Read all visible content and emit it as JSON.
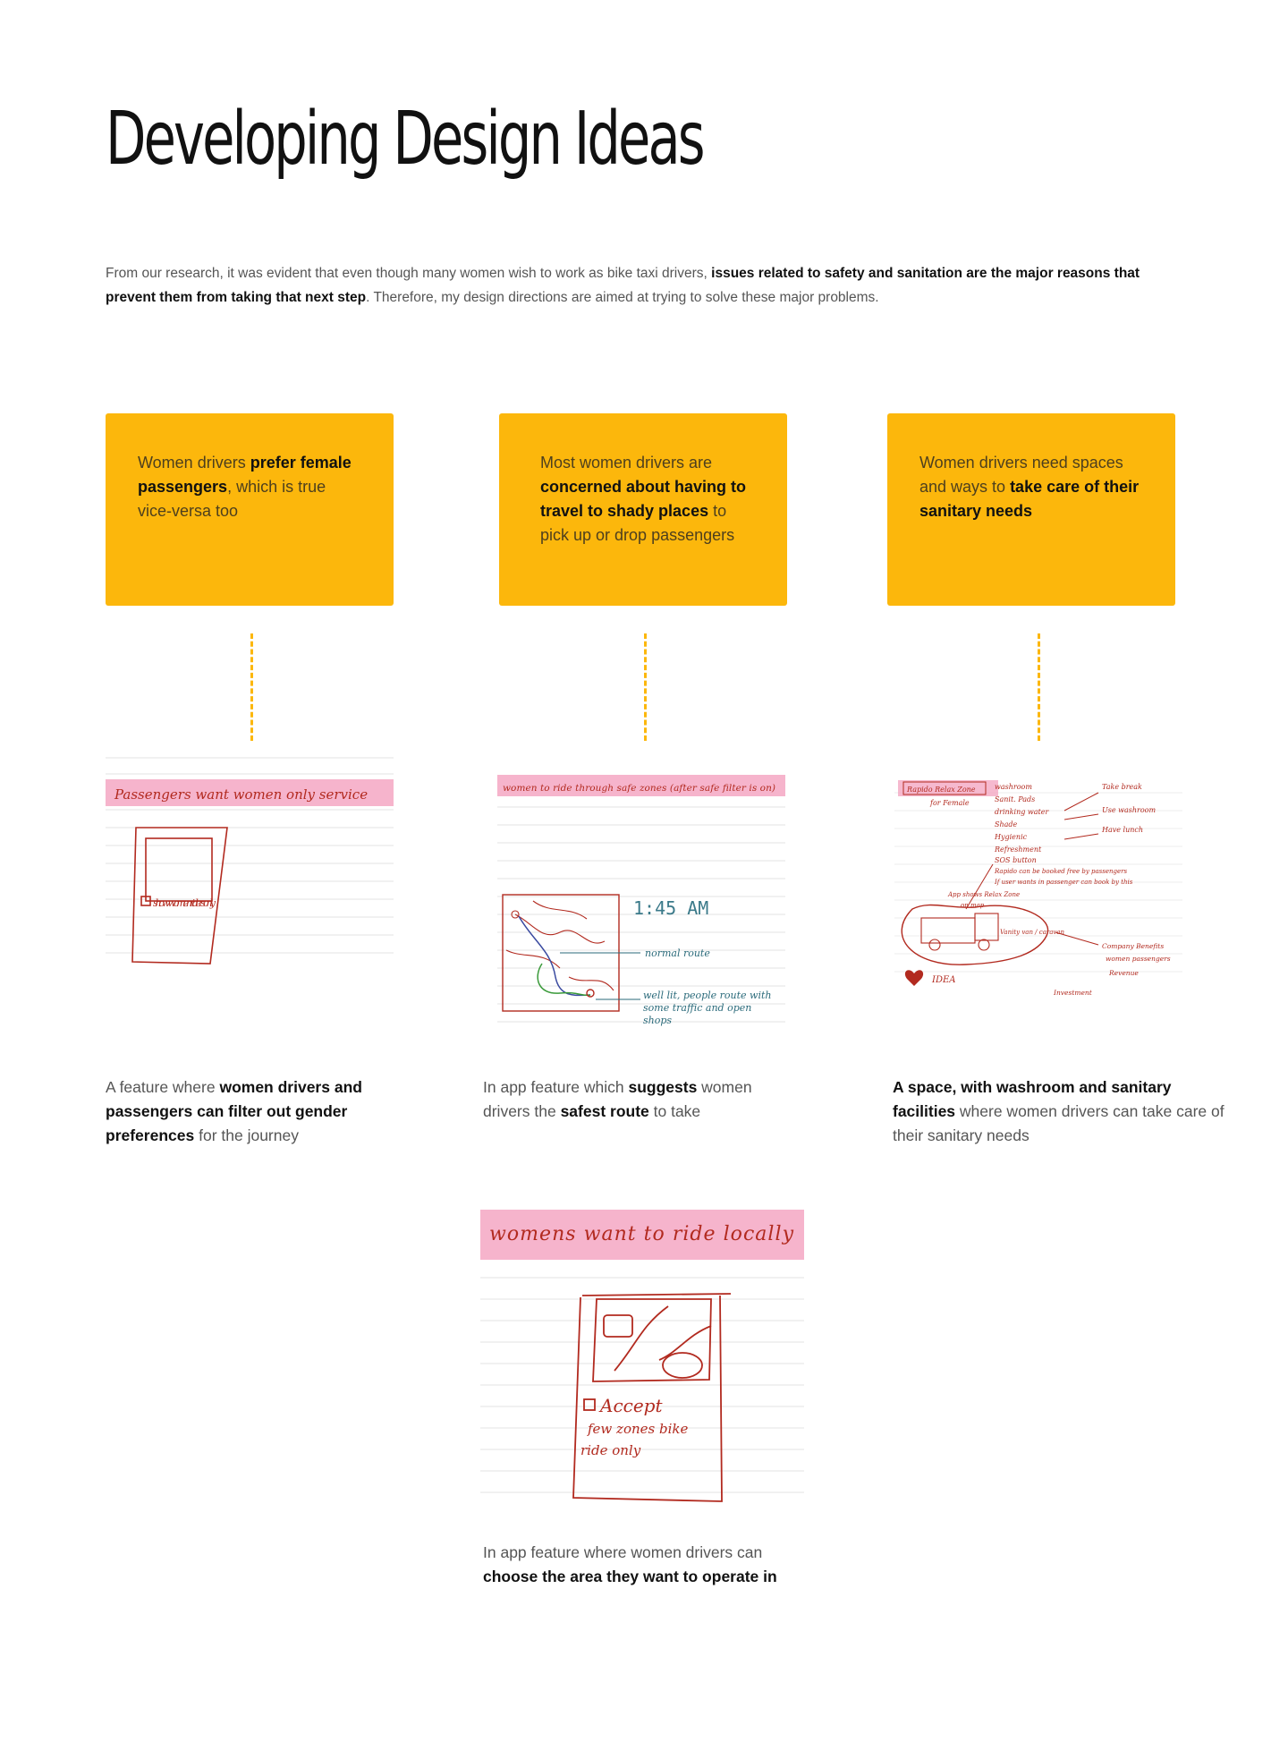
{
  "page": {
    "title": "Developing Design Ideas",
    "intro": {
      "pre": "From our research, it was evident that even though many women wish to work as bike taxi drivers, ",
      "bold": "issues related to safety and sanitation are the major reasons that prevent them from taking that next step",
      "post": ". Therefore, my design directions are aimed at trying to solve these major problems."
    }
  },
  "cards": [
    {
      "pre": "Women drivers ",
      "bold": "prefer female passengers",
      "post": ", which is true vice-versa too"
    },
    {
      "pre": "Most women drivers are ",
      "bold": "concerned about having to travel to shady places",
      "post": " to pick up or drop passengers"
    },
    {
      "pre": "Women drivers need spaces and ways to ",
      "bold": "take care of their sanitary needs",
      "post": ""
    }
  ],
  "sketches": {
    "s1": {
      "banner": "Passengers want    women only service",
      "note": "show women riders only"
    },
    "s2": {
      "banner": "women to ride through safe zones (after safe filter is on)",
      "time": "1:45 AM",
      "note1": "normal route",
      "note2": "well lit, people route with some traffic and open shops"
    },
    "s3": {
      "tag": "Rapido Relax Zone",
      "sub": "for Female",
      "list": [
        "washroom",
        "Sanit. Pads",
        "drinking water",
        "Shade",
        "Hygienic",
        "Refreshment",
        "SOS button"
      ],
      "right": [
        "Take break",
        "Use washroom",
        "Have lunch"
      ],
      "idea": "IDEA",
      "invest": "Investment",
      "benefit": "Company Benefits",
      "women": "women passengers",
      "revenue": "Revenue"
    },
    "s4": {
      "banner": "womens want to ride locally",
      "note1": "Accept",
      "note2": "few zones bike",
      "note3": "ride only"
    }
  },
  "captions": [
    {
      "pre": "A feature where ",
      "bold": "women drivers and passengers can filter out gender preferences",
      "post": " for the journey"
    },
    {
      "pre": "In app feature which ",
      "bold": "suggests",
      "mid": " women drivers the ",
      "bold2": "safest route",
      "post": " to take"
    },
    {
      "pre": "",
      "bold": "A space, with washroom and sanitary facilities",
      "post": " where women drivers can take care of their sanitary needs"
    },
    {
      "pre": "In app feature where women drivers can ",
      "bold": "choose the area they want to operate in",
      "post": ""
    }
  ],
  "colors": {
    "accent": "#fcb70c",
    "ink": "#b22a1f",
    "highlight": "#f4a7c3"
  }
}
